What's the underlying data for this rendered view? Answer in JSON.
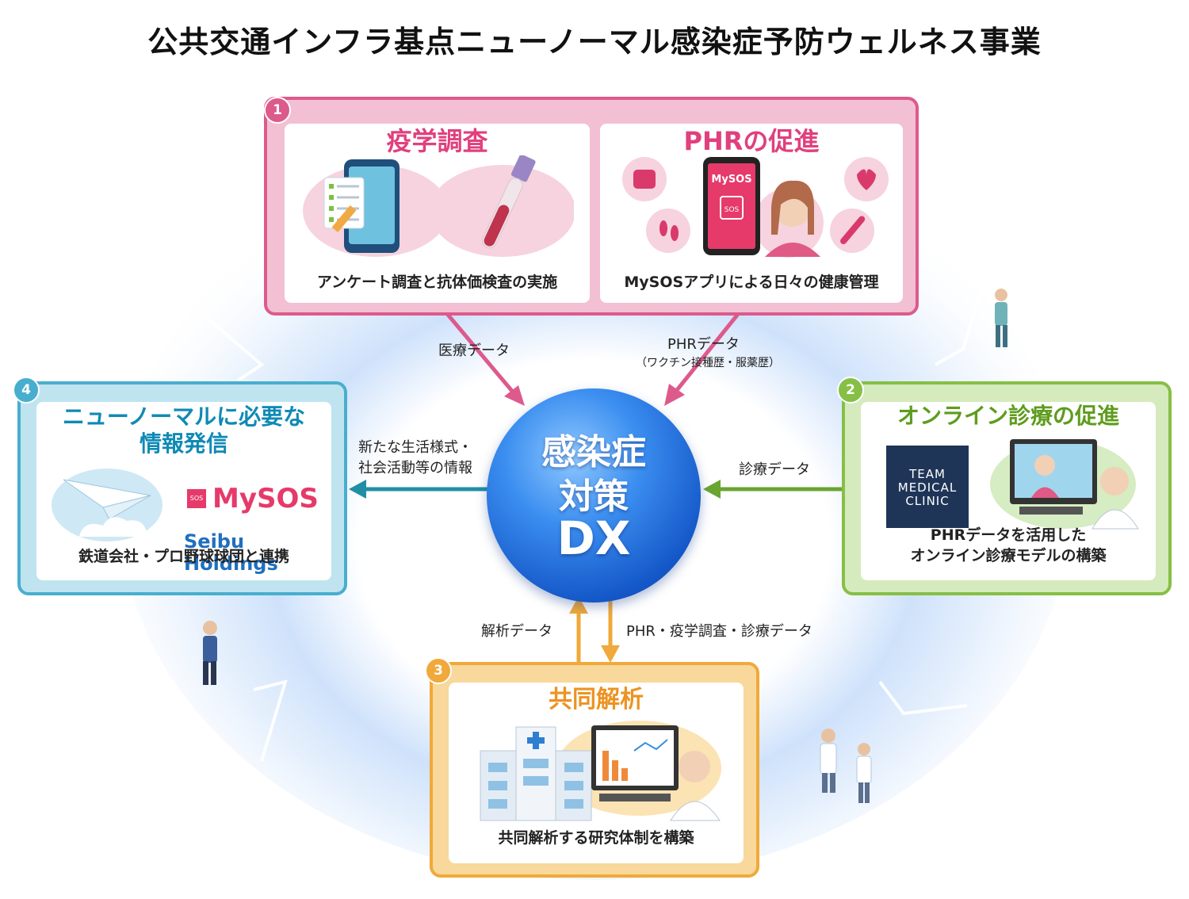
{
  "title": "公共交通インフラ基点ニューノーマル感染症予防ウェルネス事業",
  "center": {
    "line1": "感染症",
    "line2": "対策",
    "line3": "DX"
  },
  "panel1": {
    "number": "1",
    "left": {
      "title": "疫学調査",
      "caption": "アンケート調査と抗体価検査の実施"
    },
    "right": {
      "title": "PHRの促進",
      "caption": "MySOSアプリによる日々の健康管理",
      "phone_brand": "MySOS",
      "phone_logo": "SOS"
    }
  },
  "panel2": {
    "number": "2",
    "title": "オンライン診療の促進",
    "logo_lines": [
      "TEAM",
      "MEDICAL",
      "CLINIC"
    ],
    "caption_line1": "PHRデータを活用した",
    "caption_line2": "オンライン診療モデルの構築"
  },
  "panel3": {
    "number": "3",
    "title": "共同解析",
    "caption": "共同解析する研究体制を構築"
  },
  "panel4": {
    "number": "4",
    "title_line1": "ニューノーマルに必要な",
    "title_line2": "情報発信",
    "logo_mysos": "MySOS",
    "logo_mysos_mark": "SOS",
    "logo_seibu": "Seibu Holdings",
    "caption": "鉄道会社・プロ野球球団と連携"
  },
  "arrows": {
    "medical": "医療データ",
    "phr": "PHRデータ",
    "phr_sub": "（ワクチン接種歴・服薬歴）",
    "newlife_line1": "新たな生活様式・",
    "newlife_line2": "社会活動等の情報",
    "diagnosis": "診療データ",
    "analysis": "解析データ",
    "combined": "PHR・疫学調査・診療データ"
  },
  "colors": {
    "pink": "#dd5a8c",
    "teal": "#1f8fa6",
    "green": "#6aa531",
    "orange": "#f0a93a",
    "sphere": "#1f6fe0"
  }
}
